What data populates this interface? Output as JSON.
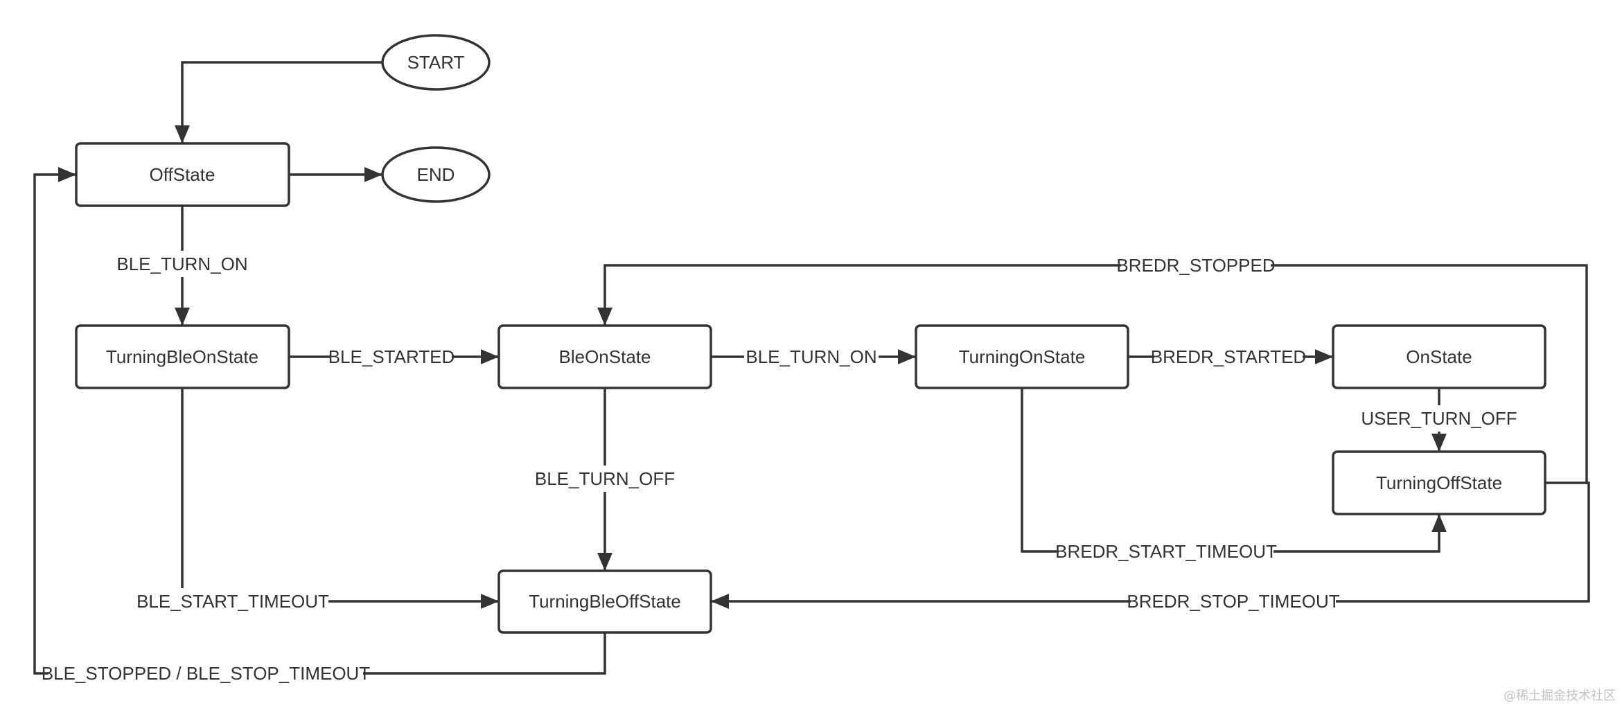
{
  "nodes": {
    "start": "START",
    "end": "END",
    "off_state": "OffState",
    "turning_ble_on_state": "TurningBleOnState",
    "ble_on_state": "BleOnState",
    "turning_on_state": "TurningOnState",
    "on_state": "OnState",
    "turning_off_state": "TurningOffState",
    "turning_ble_off_state": "TurningBleOffState"
  },
  "edges": {
    "ble_turn_on_1": "BLE_TURN_ON",
    "ble_started": "BLE_STARTED",
    "ble_turn_on_2": "BLE_TURN_ON",
    "bredr_started": "BREDR_STARTED",
    "user_turn_off": "USER_TURN_OFF",
    "bredr_stopped": "BREDR_STOPPED",
    "ble_turn_off": "BLE_TURN_OFF",
    "bredr_start_timeout": "BREDR_START_TIMEOUT",
    "ble_start_timeout": "BLE_START_TIMEOUT",
    "bredr_stop_timeout": "BREDR_STOP_TIMEOUT",
    "ble_stopped": "BLE_STOPPED / BLE_STOP_TIMEOUT"
  },
  "watermark": "@稀土掘金技术社区",
  "colors": {
    "stroke": "#333333",
    "text": "#333333",
    "watermark": "#c2c2c2",
    "background": "#ffffff"
  }
}
